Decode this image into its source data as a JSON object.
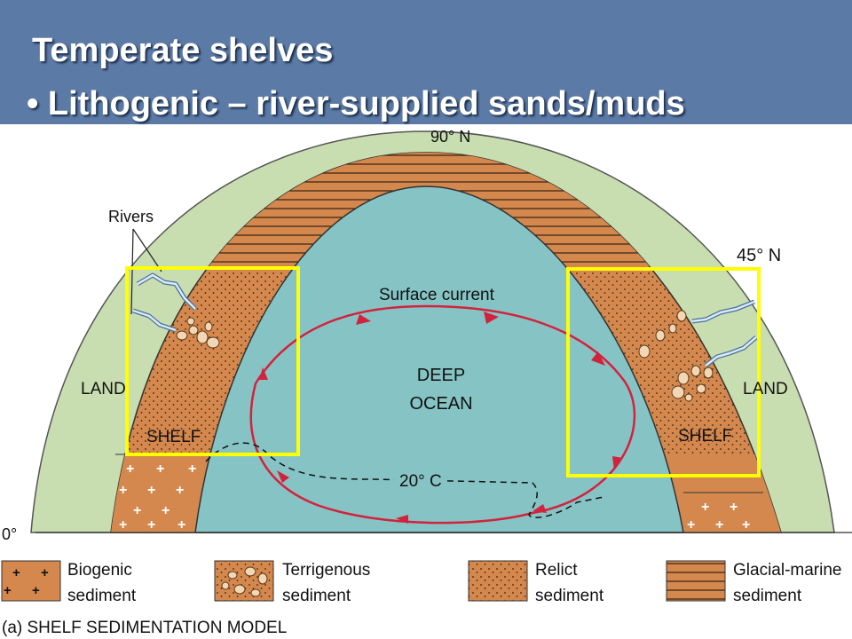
{
  "slide": {
    "title": "Temperate shelves",
    "bullet": "• Lithogenic – river-supplied sands/muds"
  },
  "diagram": {
    "lat_top": "90° N",
    "lat_mid": "45° N",
    "lat_bottom": "0°",
    "rivers": "Rivers",
    "land_left": "LAND",
    "land_right": "LAND",
    "shelf_left": "SHELF",
    "shelf_right": "SHELF",
    "deep_ocean_1": "DEEP",
    "deep_ocean_2": "OCEAN",
    "surface_current": "Surface current",
    "isotherm": "20° C",
    "caption": "(a) SHELF SEDIMENTATION MODEL"
  },
  "legend": [
    {
      "line1": "Biogenic",
      "line2": "sediment"
    },
    {
      "line1": "Terrigenous",
      "line2": "sediment"
    },
    {
      "line1": "Relict",
      "line2": "sediment"
    },
    {
      "line1": "Glacial-marine",
      "line2": "sediment"
    }
  ],
  "colors": {
    "banner": "#5b7aa6",
    "land": "#c8ddb0",
    "shelf": "#d4884e",
    "ocean": "#86c3c5",
    "current": "#d2233c",
    "highlight": "#ffff00"
  }
}
